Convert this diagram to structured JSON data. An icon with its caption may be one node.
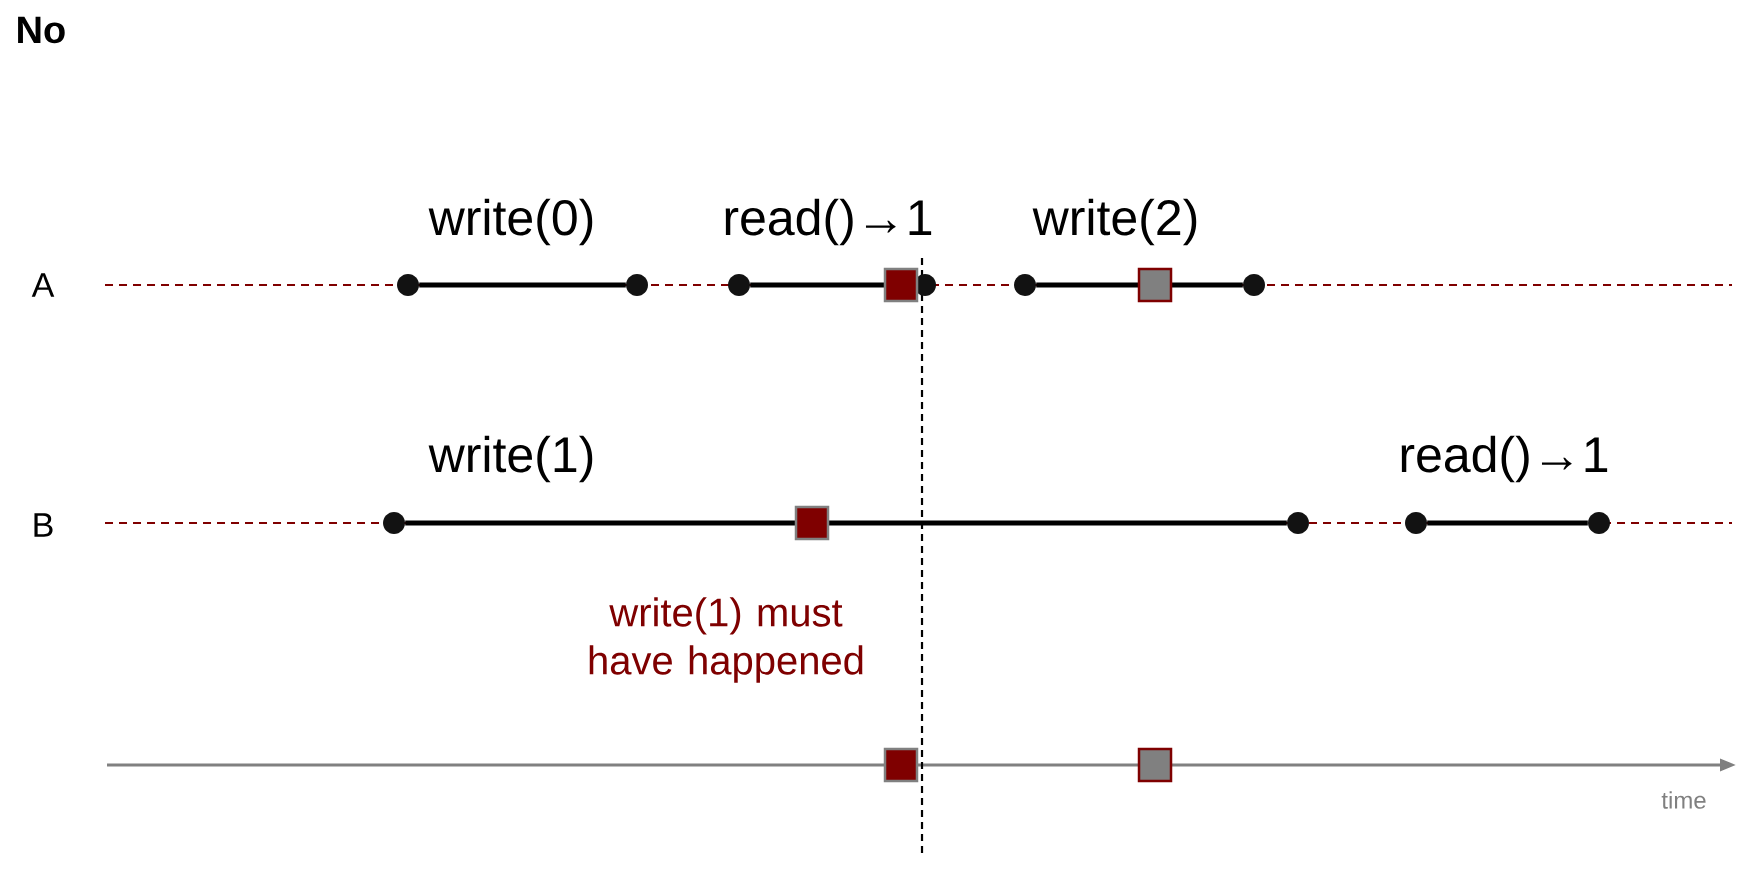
{
  "diagram": {
    "title": "No",
    "nodes": [
      {
        "text": [],
        "shape": "circle"
      },
      {
        "text": [],
        "shape": "circle"
      },
      {
        "text": [],
        "shape": "circle"
      },
      {
        "text": [],
        "shape": "circle"
      },
      {
        "text": [],
        "shape": "circle"
      },
      {
        "text": [],
        "shape": "circle"
      },
      {
        "text": [],
        "shape": "circle"
      },
      {
        "text": [],
        "shape": "circle"
      },
      {
        "text": [],
        "shape": "circle"
      },
      {
        "text": [],
        "shape": "circle"
      }
    ],
    "edges": [
      {
        "from": 0,
        "to": 1,
        "arrow": "none",
        "label": "write(0)"
      },
      {
        "from": 2,
        "to": 3,
        "arrow": "none",
        "label": "read()→1"
      },
      {
        "from": 4,
        "to": 5,
        "arrow": "none",
        "label": "write(2)"
      },
      {
        "from": 6,
        "to": 7,
        "arrow": "none",
        "label": "write(1)"
      },
      {
        "from": 8,
        "to": 9,
        "arrow": "none",
        "label": "read()→1"
      }
    ],
    "labels": [
      "A",
      "B",
      "write(1) must have happened",
      "time"
    ]
  }
}
